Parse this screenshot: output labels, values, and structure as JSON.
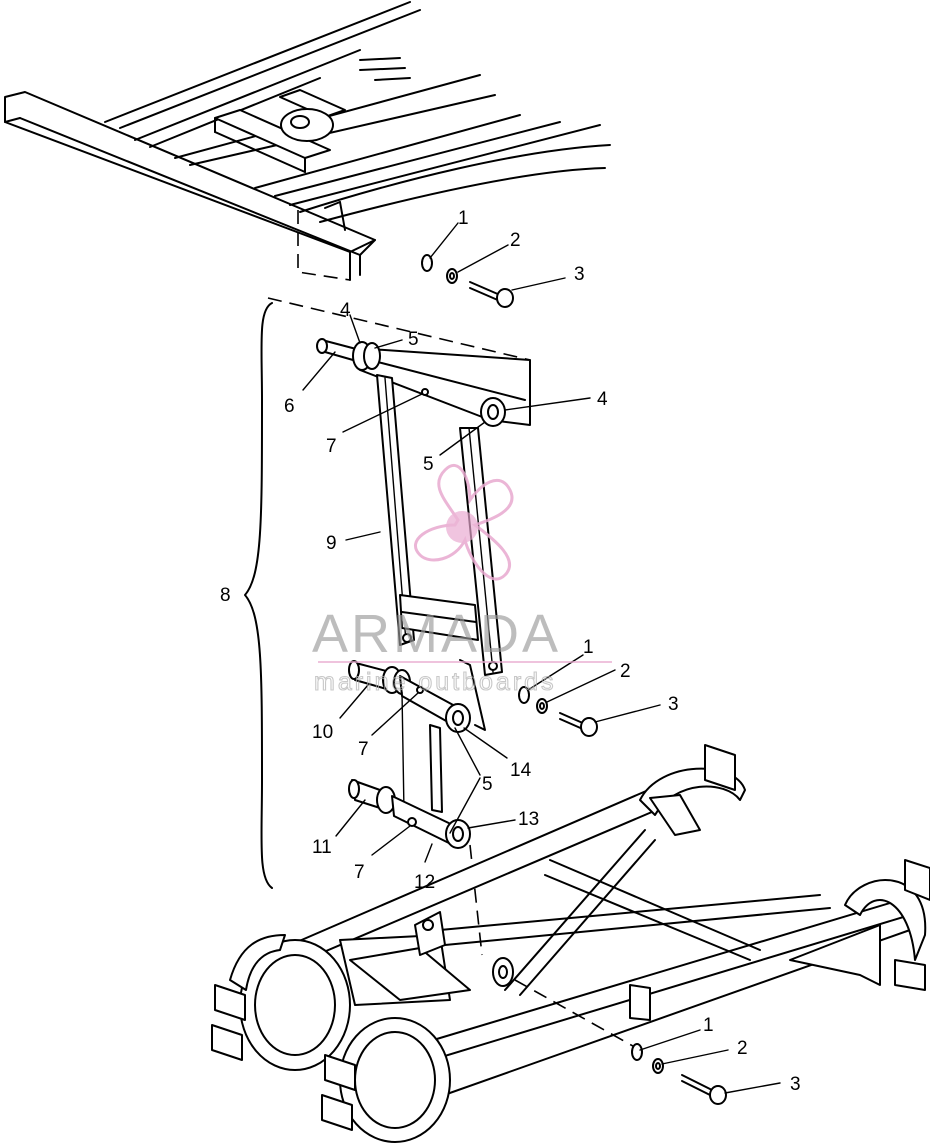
{
  "callouts": {
    "top_1": "1",
    "top_2": "2",
    "top_3": "3",
    "arm_4a": "4",
    "arm_5a": "5",
    "arm_6": "6",
    "arm_4b": "4",
    "arm_7a": "7",
    "arm_5b": "5",
    "arm_9": "9",
    "assembly_8": "8",
    "mid_1": "1",
    "mid_2": "2",
    "mid_3": "3",
    "pin_10": "10",
    "pin_7b": "7",
    "pin_14": "14",
    "pin_5c": "5",
    "pin_11": "11",
    "pin_13": "13",
    "pin_7c": "7",
    "pin_12": "12",
    "bot_1": "1",
    "bot_2": "2",
    "bot_3": "3"
  },
  "watermark": {
    "brand": "ARMADA",
    "tagline": "marine outboards",
    "brand_color": "#e8a9cf"
  }
}
